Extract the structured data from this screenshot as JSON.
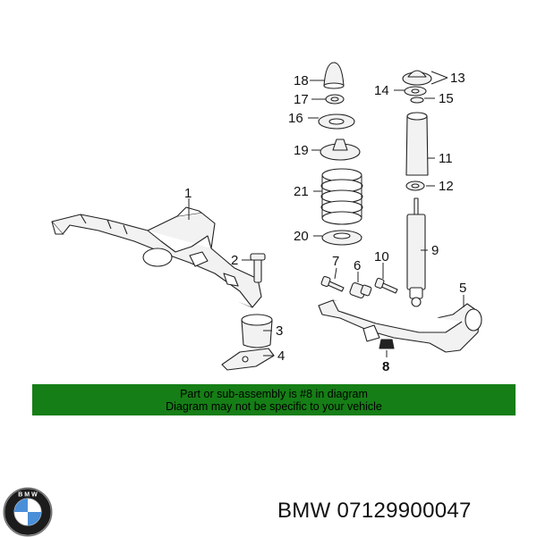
{
  "diagram": {
    "callouts": {
      "c1": "1",
      "c2": "2",
      "c3": "3",
      "c4": "4",
      "c5": "5",
      "c6": "6",
      "c7": "7",
      "c8": "8",
      "c9": "9",
      "c10": "10",
      "c11": "11",
      "c12": "12",
      "c13": "13",
      "c14": "14",
      "c15": "15",
      "c16": "16",
      "c17": "17",
      "c18": "18",
      "c19": "19",
      "c20": "20",
      "c21": "21"
    }
  },
  "notice": {
    "line1": "Part or sub-assembly is #8 in diagram",
    "line2": "Diagram may not be specific to your vehicle",
    "background": "#167e16"
  },
  "footer": {
    "brand": "BMW",
    "part_number": "07129900047"
  }
}
